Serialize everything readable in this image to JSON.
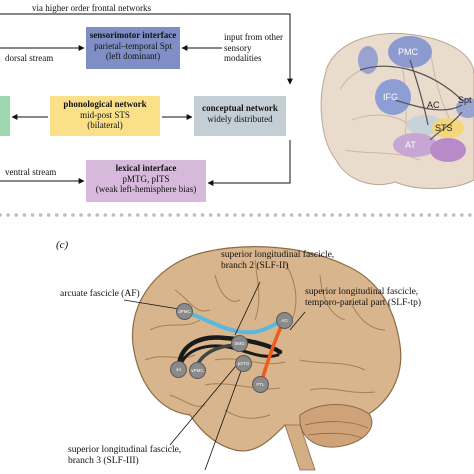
{
  "top": {
    "top_label": "via higher order frontal networks",
    "dorsal_label": "dorsal stream",
    "ventral_label": "ventral stream",
    "input_label": "input from other sensory modalities",
    "sensorimotor": {
      "title": "sensorimotor interface",
      "line1": "parietal–temporal Spt",
      "line2": "(left dominant)"
    },
    "phonological": {
      "title": "phonological network",
      "line1": "mid-post STS",
      "line2": "(bilateral)"
    },
    "conceptual": {
      "title": "conceptual network",
      "line1": "widely distributed"
    },
    "lexical": {
      "title": "lexical interface",
      "line1": "pMTG, pITS",
      "line2": "(weak left-hemisphere bias)"
    },
    "brain_regions": [
      "PMC",
      "IFG",
      "AC",
      "STS",
      "AT",
      "Spt"
    ]
  },
  "panel_c": {
    "label": "(c)",
    "af": "arcuate fascicle (AF)",
    "slf2": "superior longitudinal fascicle, branch 2 (SLF-II)",
    "slftp": "superior longitudinal fascicle, temporo-parietal part (SLF-tp)",
    "slf3": "superior longitudinal fascicle, branch 3 (SLF-III)",
    "nodes": [
      "dPMC",
      "AG",
      "SMG",
      "44",
      "vPMC",
      "pSTG",
      "PTL"
    ]
  },
  "colors": {
    "sensorimotor": "#7f8fc6",
    "phonological": "#fbe08a",
    "conceptual": "#c4cfd5",
    "lexical": "#d7b9dc",
    "green": "#9ed7b0",
    "af": "#1a1a1a",
    "slf2": "#59b8e0",
    "slftp": "#f05a1c"
  }
}
